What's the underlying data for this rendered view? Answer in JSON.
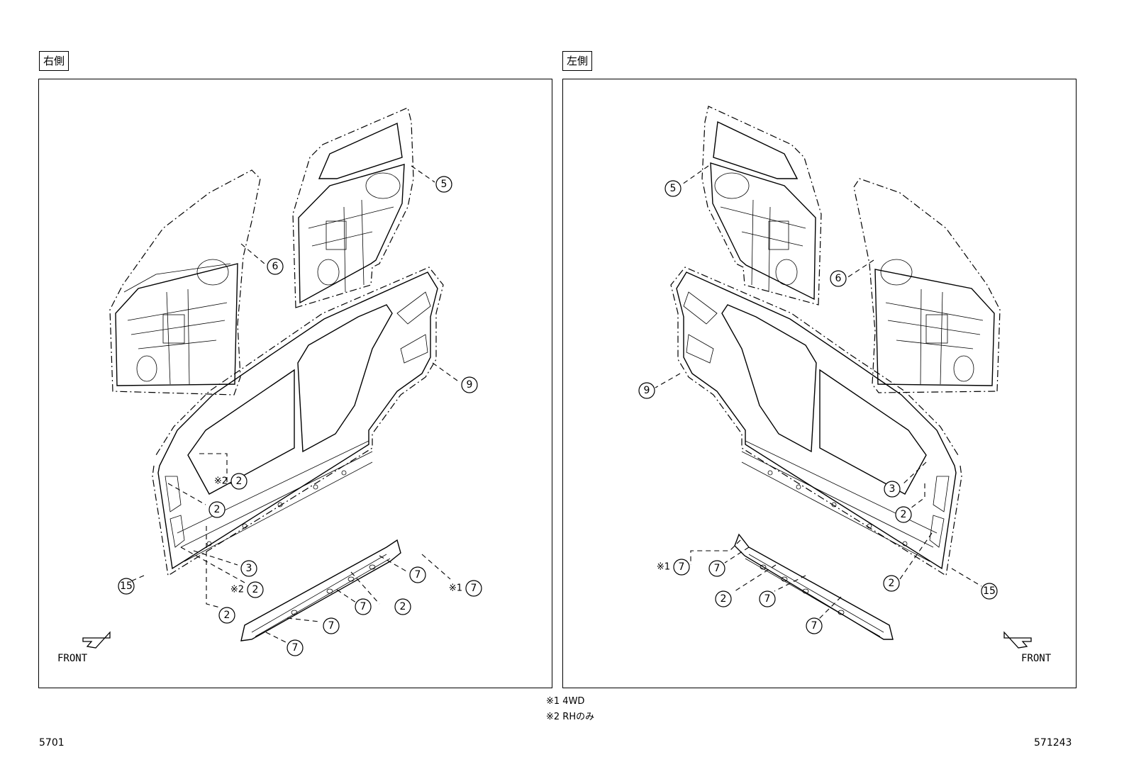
{
  "right_side": {
    "tag": "右側",
    "front_label": "FRONT",
    "callouts": [
      {
        "num": "6"
      },
      {
        "num": "5"
      },
      {
        "num": "9"
      },
      {
        "num": "2",
        "prefix": "※2"
      },
      {
        "num": "2"
      },
      {
        "num": "3"
      },
      {
        "num": "2",
        "prefix": "※2"
      },
      {
        "num": "2"
      },
      {
        "num": "15"
      },
      {
        "num": "7"
      },
      {
        "num": "7",
        "prefix": "※1"
      },
      {
        "num": "7"
      },
      {
        "num": "2"
      },
      {
        "num": "7"
      },
      {
        "num": "7"
      }
    ]
  },
  "left_side": {
    "tag": "左側",
    "front_label": "FRONT",
    "callouts": [
      {
        "num": "5"
      },
      {
        "num": "6"
      },
      {
        "num": "9"
      },
      {
        "num": "3"
      },
      {
        "num": "2"
      },
      {
        "num": "2"
      },
      {
        "num": "15"
      },
      {
        "num": "7",
        "prefix": "※1"
      },
      {
        "num": "7"
      },
      {
        "num": "2"
      },
      {
        "num": "7"
      },
      {
        "num": "7"
      }
    ]
  },
  "notes": {
    "note1": "※1 4WD",
    "note2": "※2 RHのみ"
  },
  "page_code": "5701",
  "figure_code": "571243",
  "icons": [
    "front-arrow-icon"
  ]
}
